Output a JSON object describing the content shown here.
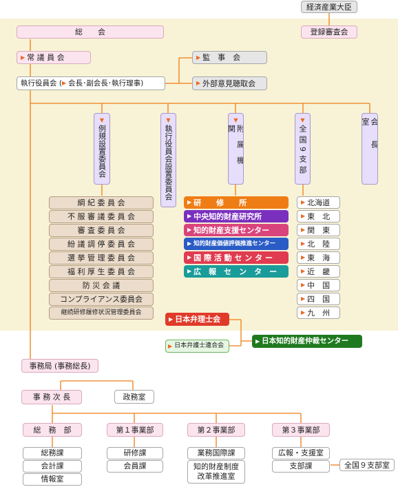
{
  "top_ministry": "経済産業大臣",
  "registration": "登録審査会",
  "general_assembly": "総　　会",
  "standing_council": "常 議 員 会",
  "executive": {
    "prefix": "執行役員会 (",
    "middle": "会長･副会長･執行理事",
    "suffix": ")"
  },
  "auditor": "監　事　会",
  "outside_hearing": "外部意見聴取会",
  "columns": {
    "regulation": "例規設置委員会",
    "exec_committees": "執行役員会設置委員会",
    "affiliated": "附属機関",
    "branches": "全国9支部",
    "president_office": "会長室"
  },
  "committees": [
    "綱 紀 委 員 会",
    "不 服 審 議 委 員 会",
    "審 査 委 員 会",
    "紛 議 調 停 委 員 会",
    "選 挙 管 理 委 員 会",
    "福 利 厚 生 委 員 会",
    "防 災 会 議",
    "コンプライアンス委員会",
    "継続研修履修状況管理委員会"
  ],
  "institutions": [
    "研　　修　　所",
    "中央知的財産研究所",
    "知的財産支援センター",
    "知的財産価値評価推進センター",
    "国 際 活 動 セ ン タ ー",
    "広　報　セ　ン　タ　ー"
  ],
  "branch_list": [
    "北海道",
    "東　北",
    "関　東",
    "北　陸",
    "東　海",
    "近　畿",
    "中　国",
    "四　国",
    "九　州"
  ],
  "jpaa": "日本弁理士会",
  "jfba": "日本弁護士連合会",
  "arbitration": "日本知的財産仲裁センター",
  "secretariat": "事務局 (事務総長)",
  "deputy": "事 務 次 長",
  "political_office": "政務室",
  "divisions": {
    "general": "総　務　部",
    "first": "第１事業部",
    "second": "第２事業部",
    "third": "第３事業部"
  },
  "sections": {
    "general": [
      "総務課",
      "会計課",
      "情報室"
    ],
    "first": [
      "研修課",
      "会員課"
    ],
    "second": [
      "業務国際課",
      "知的財産制度\n改革推進室"
    ],
    "third": [
      "広報・支援室",
      "支部課"
    ]
  },
  "branch_office": "全国９支部室",
  "colors": {
    "training": "#ef7d15",
    "research": "#7b2fbf",
    "support": "#d9447c",
    "valuation": "#2a5cc6",
    "international": "#e03b50",
    "pr": "#1a9c9a",
    "arbitration": "#1f7a1f",
    "jpaa": "#e03b2a",
    "connector": "#ef7d15"
  }
}
